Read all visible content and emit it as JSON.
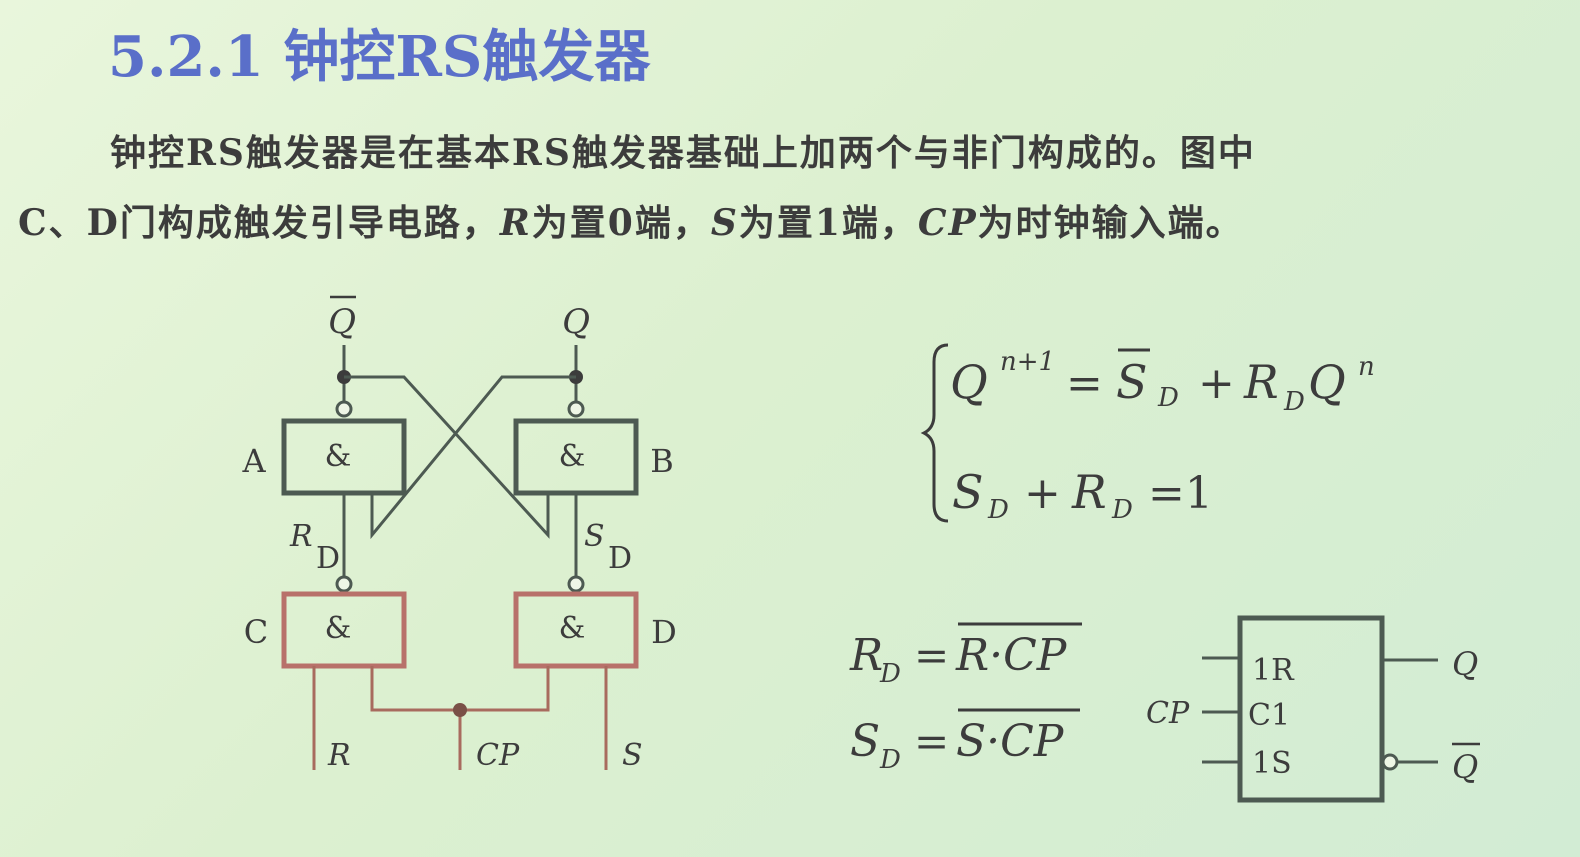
{
  "title": "5.2.1 钟控RS触发器",
  "paragraph": {
    "line1": "钟控RS触发器是在基本RS触发器基础上加两个与非门构成的。图中",
    "line2_a": "C、D门构成触发引导电路，",
    "line2_b": "R",
    "line2_c": "为置0端，",
    "line2_d": "S",
    "line2_e": "为置1端，",
    "line2_f": "CP",
    "line2_g": "为时钟输入端。"
  },
  "circuit": {
    "gate_symbol": "&",
    "gate_A": "A",
    "gate_B": "B",
    "gate_C": "C",
    "gate_D": "D",
    "out_qbar": "Q",
    "out_q": "Q",
    "rd_main": "R",
    "rd_sub": "D",
    "sd_main": "S",
    "sd_sub": "D",
    "in_r": "R",
    "in_cp": "CP",
    "in_s": "S"
  },
  "equations": {
    "eq1": {
      "lhs": "Q",
      "lhs_sup": "n+1",
      "eq": "=",
      "s": "S",
      "s_sub": "D",
      "plus": "+",
      "r": "R",
      "r_sub": "D",
      "q": "Q",
      "q_sup": "n"
    },
    "eq2": {
      "s": "S",
      "s_sub": "D",
      "plus": "+",
      "r": "R",
      "r_sub": "D",
      "rhs": "=1"
    },
    "eq3": {
      "lhs": "R",
      "lhs_sub": "D",
      "eq": "=",
      "rhs": "R·CP"
    },
    "eq4": {
      "lhs": "S",
      "lhs_sub": "D",
      "eq": "=",
      "rhs": "S·CP"
    }
  },
  "symbol": {
    "in_1r": "1R",
    "in_c1": "C1",
    "in_1s": "1S",
    "cp_label": "CP",
    "out_q": "Q",
    "out_qbar": "Q"
  },
  "colors": {
    "title": "#5a6fc9",
    "gate_top": "#4d5a52",
    "gate_bottom": "#b8716a",
    "wire_bottom": "#a86b5e",
    "text": "#3c3c3c"
  }
}
